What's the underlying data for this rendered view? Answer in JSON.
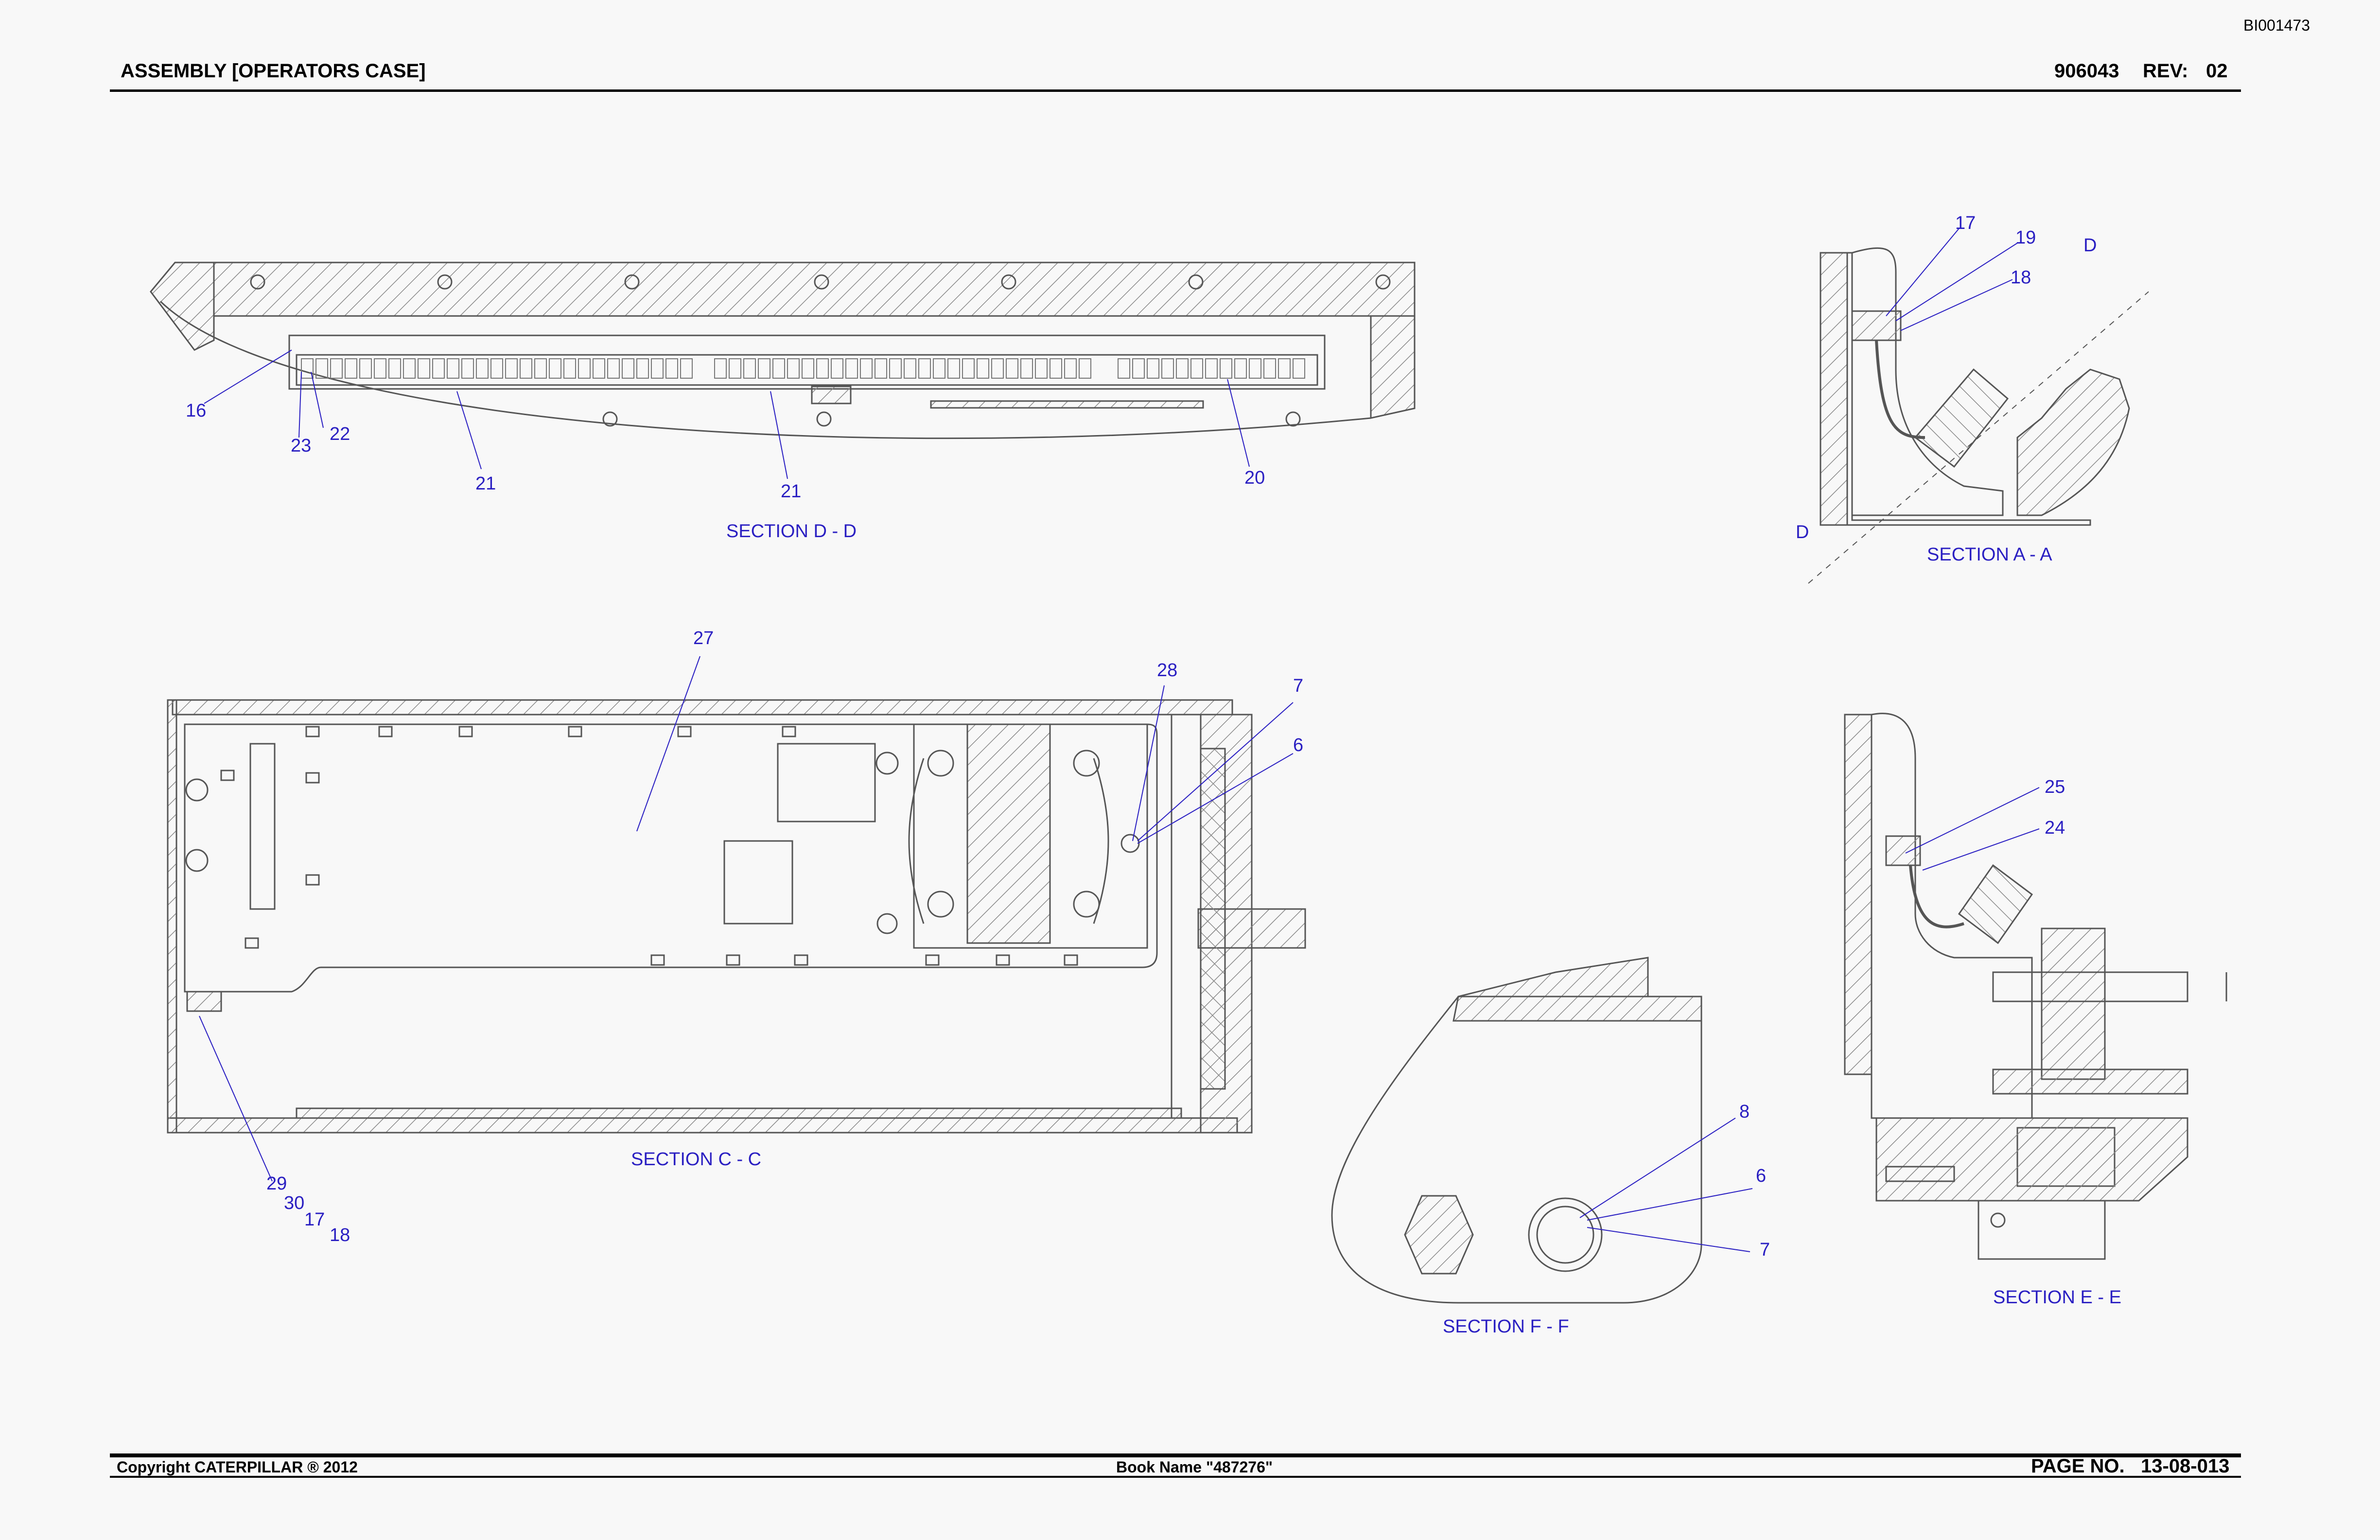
{
  "header": {
    "doc_id": "BI001473",
    "title": "ASSEMBLY [OPERATORS CASE]",
    "part_number": "906043",
    "rev_label": "REV:",
    "rev_value": "02"
  },
  "footer": {
    "copyright": "Copyright CATERPILLAR ® 2012",
    "book_name": "Book Name \"487276\"",
    "page_label": "PAGE NO.",
    "page_value": "13-08-013"
  },
  "sections": {
    "dd": "SECTION D - D",
    "aa": "SECTION A - A",
    "cc": "SECTION C - C",
    "ff": "SECTION F - F",
    "ee": "SECTION E - E"
  },
  "cut_marks": {
    "d_top": "D",
    "d_bottom": "D"
  },
  "callouts": {
    "dd": [
      "16",
      "23",
      "22",
      "21",
      "21",
      "20"
    ],
    "aa": [
      "17",
      "19",
      "18"
    ],
    "cc": [
      "27",
      "28",
      "7",
      "6",
      "29",
      "30",
      "17",
      "18"
    ],
    "ff": [
      "8",
      "6",
      "7"
    ],
    "ee": [
      "25",
      "24"
    ]
  },
  "colors": {
    "callout": "#2a1fc2",
    "linework": "#555555",
    "hatch": "#8a8a8a",
    "background": "#f8f8f8"
  }
}
